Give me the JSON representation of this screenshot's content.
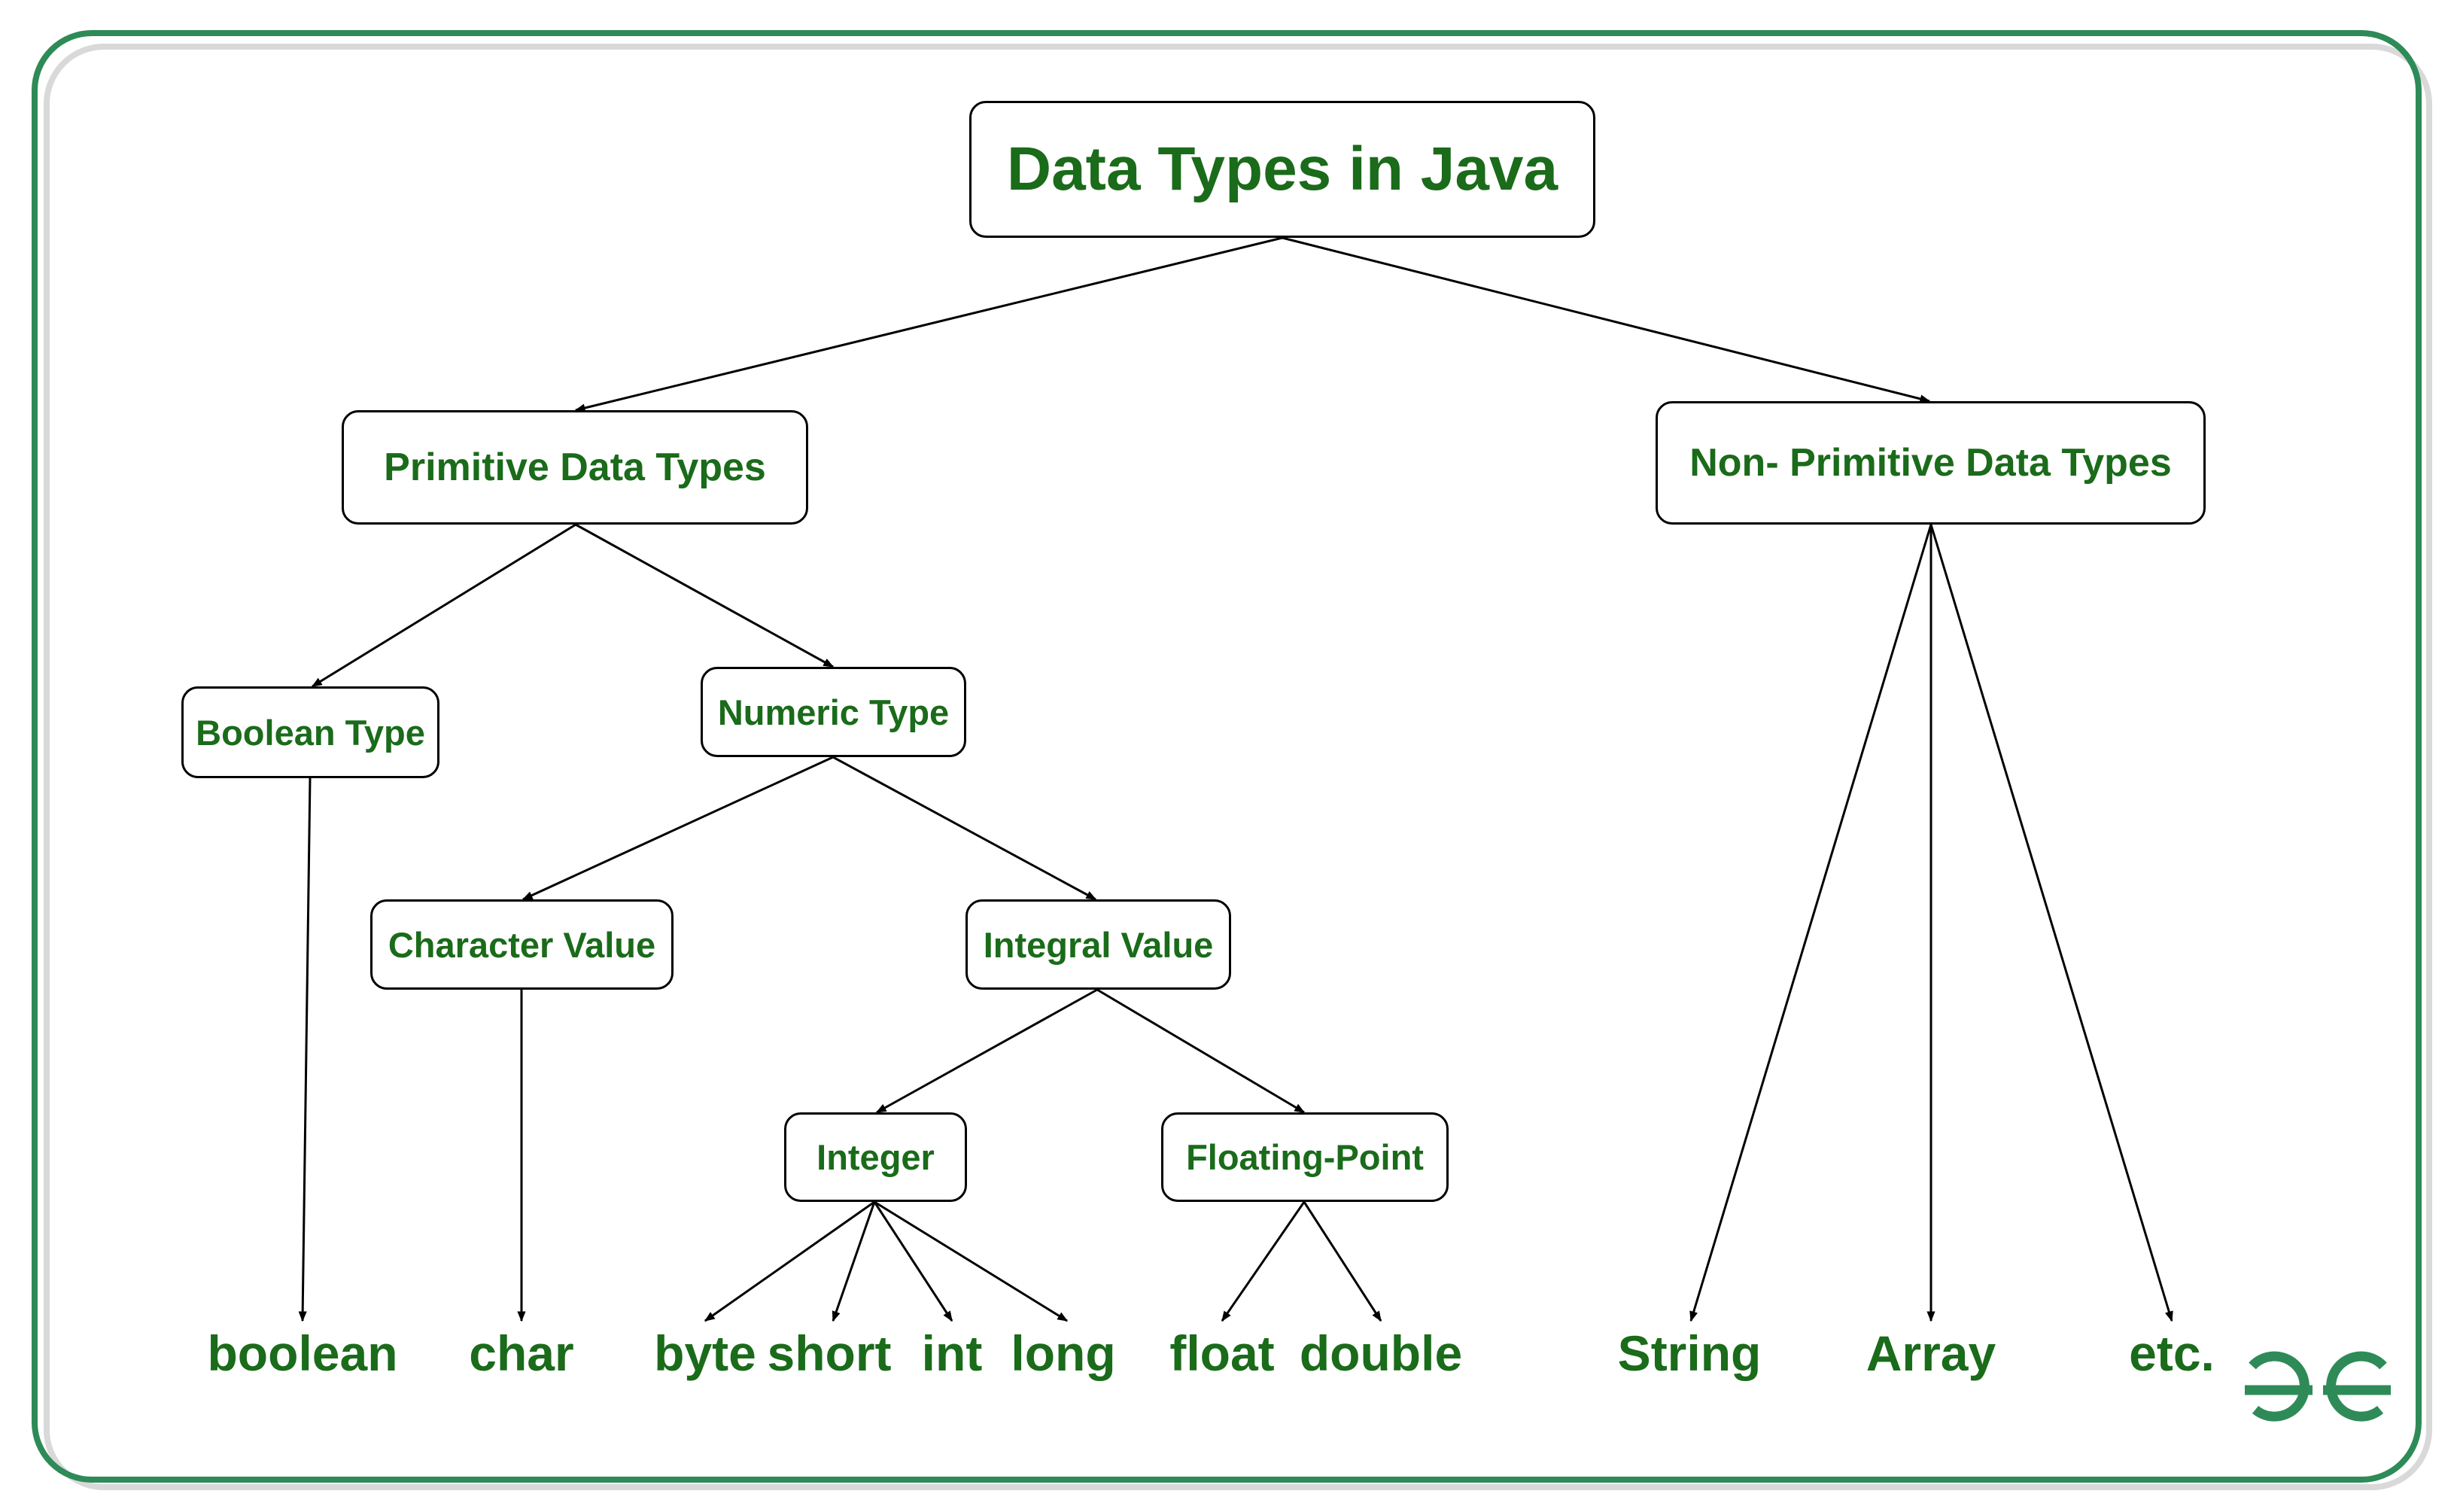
{
  "title": "Data Types in Java",
  "nodes": {
    "primitive": "Primitive Data Types",
    "non_primitive": "Non- Primitive Data Types",
    "boolean_type": "Boolean Type",
    "numeric_type": "Numeric Type",
    "character_value": "Character Value",
    "integral_value": "Integral Value",
    "integer": "Integer",
    "floating_point": "Floating-Point"
  },
  "leaves": {
    "boolean": "boolean",
    "char": "char",
    "byte": "byte",
    "short": "short",
    "int": "int",
    "long": "long",
    "float": "float",
    "double": "double",
    "string": "String",
    "array": "Array",
    "etc": "etc."
  },
  "colors": {
    "text": "#1a6b1a",
    "frame": "#2e8b57",
    "logo": "#2e8b57"
  },
  "logo": "geeksforgeeks-logo"
}
